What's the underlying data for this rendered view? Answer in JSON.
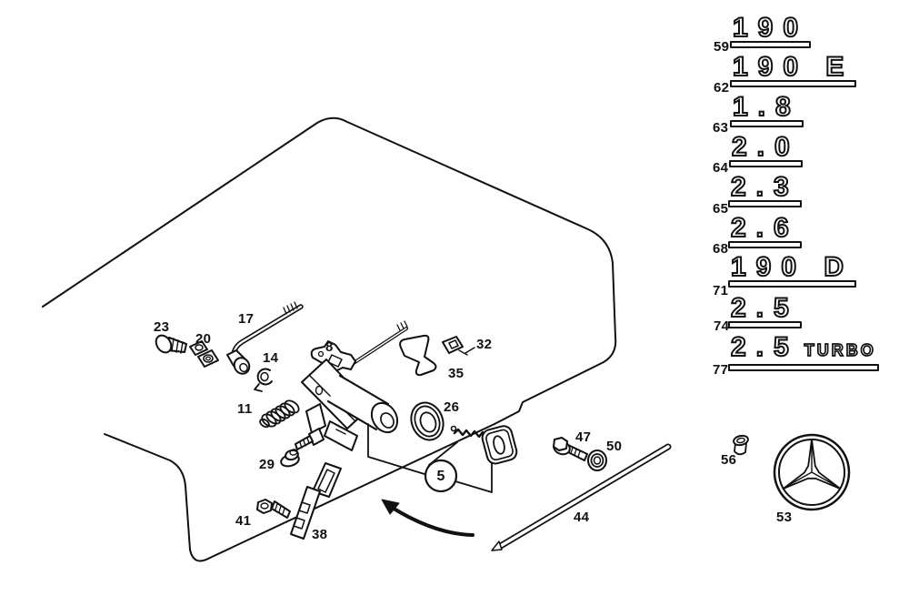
{
  "figure": {
    "background": "#ffffff",
    "line_color": "#111111",
    "description": "Exploded parts diagram: trunk lid lock mechanism with key, trim strip and model badges"
  },
  "callouts": {
    "c5": "5",
    "c8": "8",
    "c11": "11",
    "c14": "14",
    "c17": "17",
    "c20": "20",
    "c23": "23",
    "c26": "26",
    "c29": "29",
    "c32": "32",
    "c35": "35",
    "c38": "38",
    "c41": "41",
    "c44": "44",
    "c47": "47",
    "c50": "50",
    "c53": "53",
    "c56": "56"
  },
  "badges": [
    {
      "ref": "59",
      "text": "190"
    },
    {
      "ref": "62",
      "text": "190 E"
    },
    {
      "ref": "63",
      "text": "1.8"
    },
    {
      "ref": "64",
      "text": "2.0"
    },
    {
      "ref": "65",
      "text": "2.3"
    },
    {
      "ref": "68",
      "text": "2.6"
    },
    {
      "ref": "71",
      "text": "190 D"
    },
    {
      "ref": "74",
      "text": "2.5"
    },
    {
      "ref": "77",
      "text": "2.5",
      "suffix": "TURBO"
    }
  ]
}
